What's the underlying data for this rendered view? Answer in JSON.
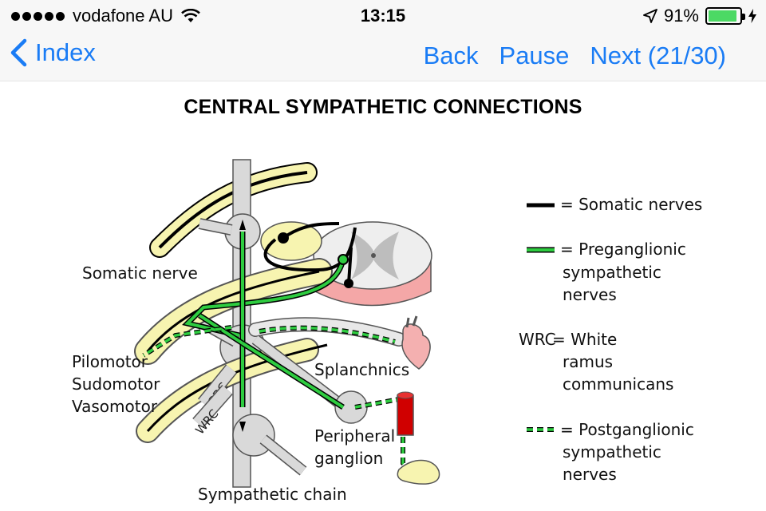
{
  "status_bar": {
    "carrier": "vodafone AU",
    "time": "13:15",
    "battery_percent": "91%",
    "battery_level": 0.91
  },
  "nav": {
    "back_label": "Index",
    "back_button": "Back",
    "pause_button": "Pause",
    "next_button": "Next (21/30)"
  },
  "page": {
    "title": "CENTRAL SYMPATHETIC CONNECTIONS"
  },
  "diagram": {
    "labels": {
      "somatic_nerve": "Somatic nerve",
      "pilomotor": "Pilomotor",
      "sudomotor": "Sudomotor",
      "vasomotor": "Vasomotor",
      "splanchnics": "Splanchnics",
      "peripheral": "Peripheral",
      "ganglion": "ganglion",
      "sympathetic_chain": "Sympathetic chain",
      "grc": "GRC",
      "wrc": "WRC"
    },
    "legend": {
      "somatic_line1": "= Somatic nerves",
      "pre_line1": "= Preganglionic",
      "pre_line2": "sympathetic",
      "pre_line3": "nerves",
      "wrc_key": "WRC",
      "wrc_line1": "= White",
      "wrc_line2": "ramus",
      "wrc_line3": "communicans",
      "post_line1": "= Postganglionic",
      "post_line2": "sympathetic",
      "post_line3": "nerves"
    },
    "colors": {
      "somatic": "#000000",
      "preganglionic": "#2ecc40",
      "postganglionic": "#2ecc40",
      "nerve_sheath": "#f7f4b0",
      "chain": "#d9d9d9",
      "spinal_cord": "#f4a7a7"
    }
  }
}
